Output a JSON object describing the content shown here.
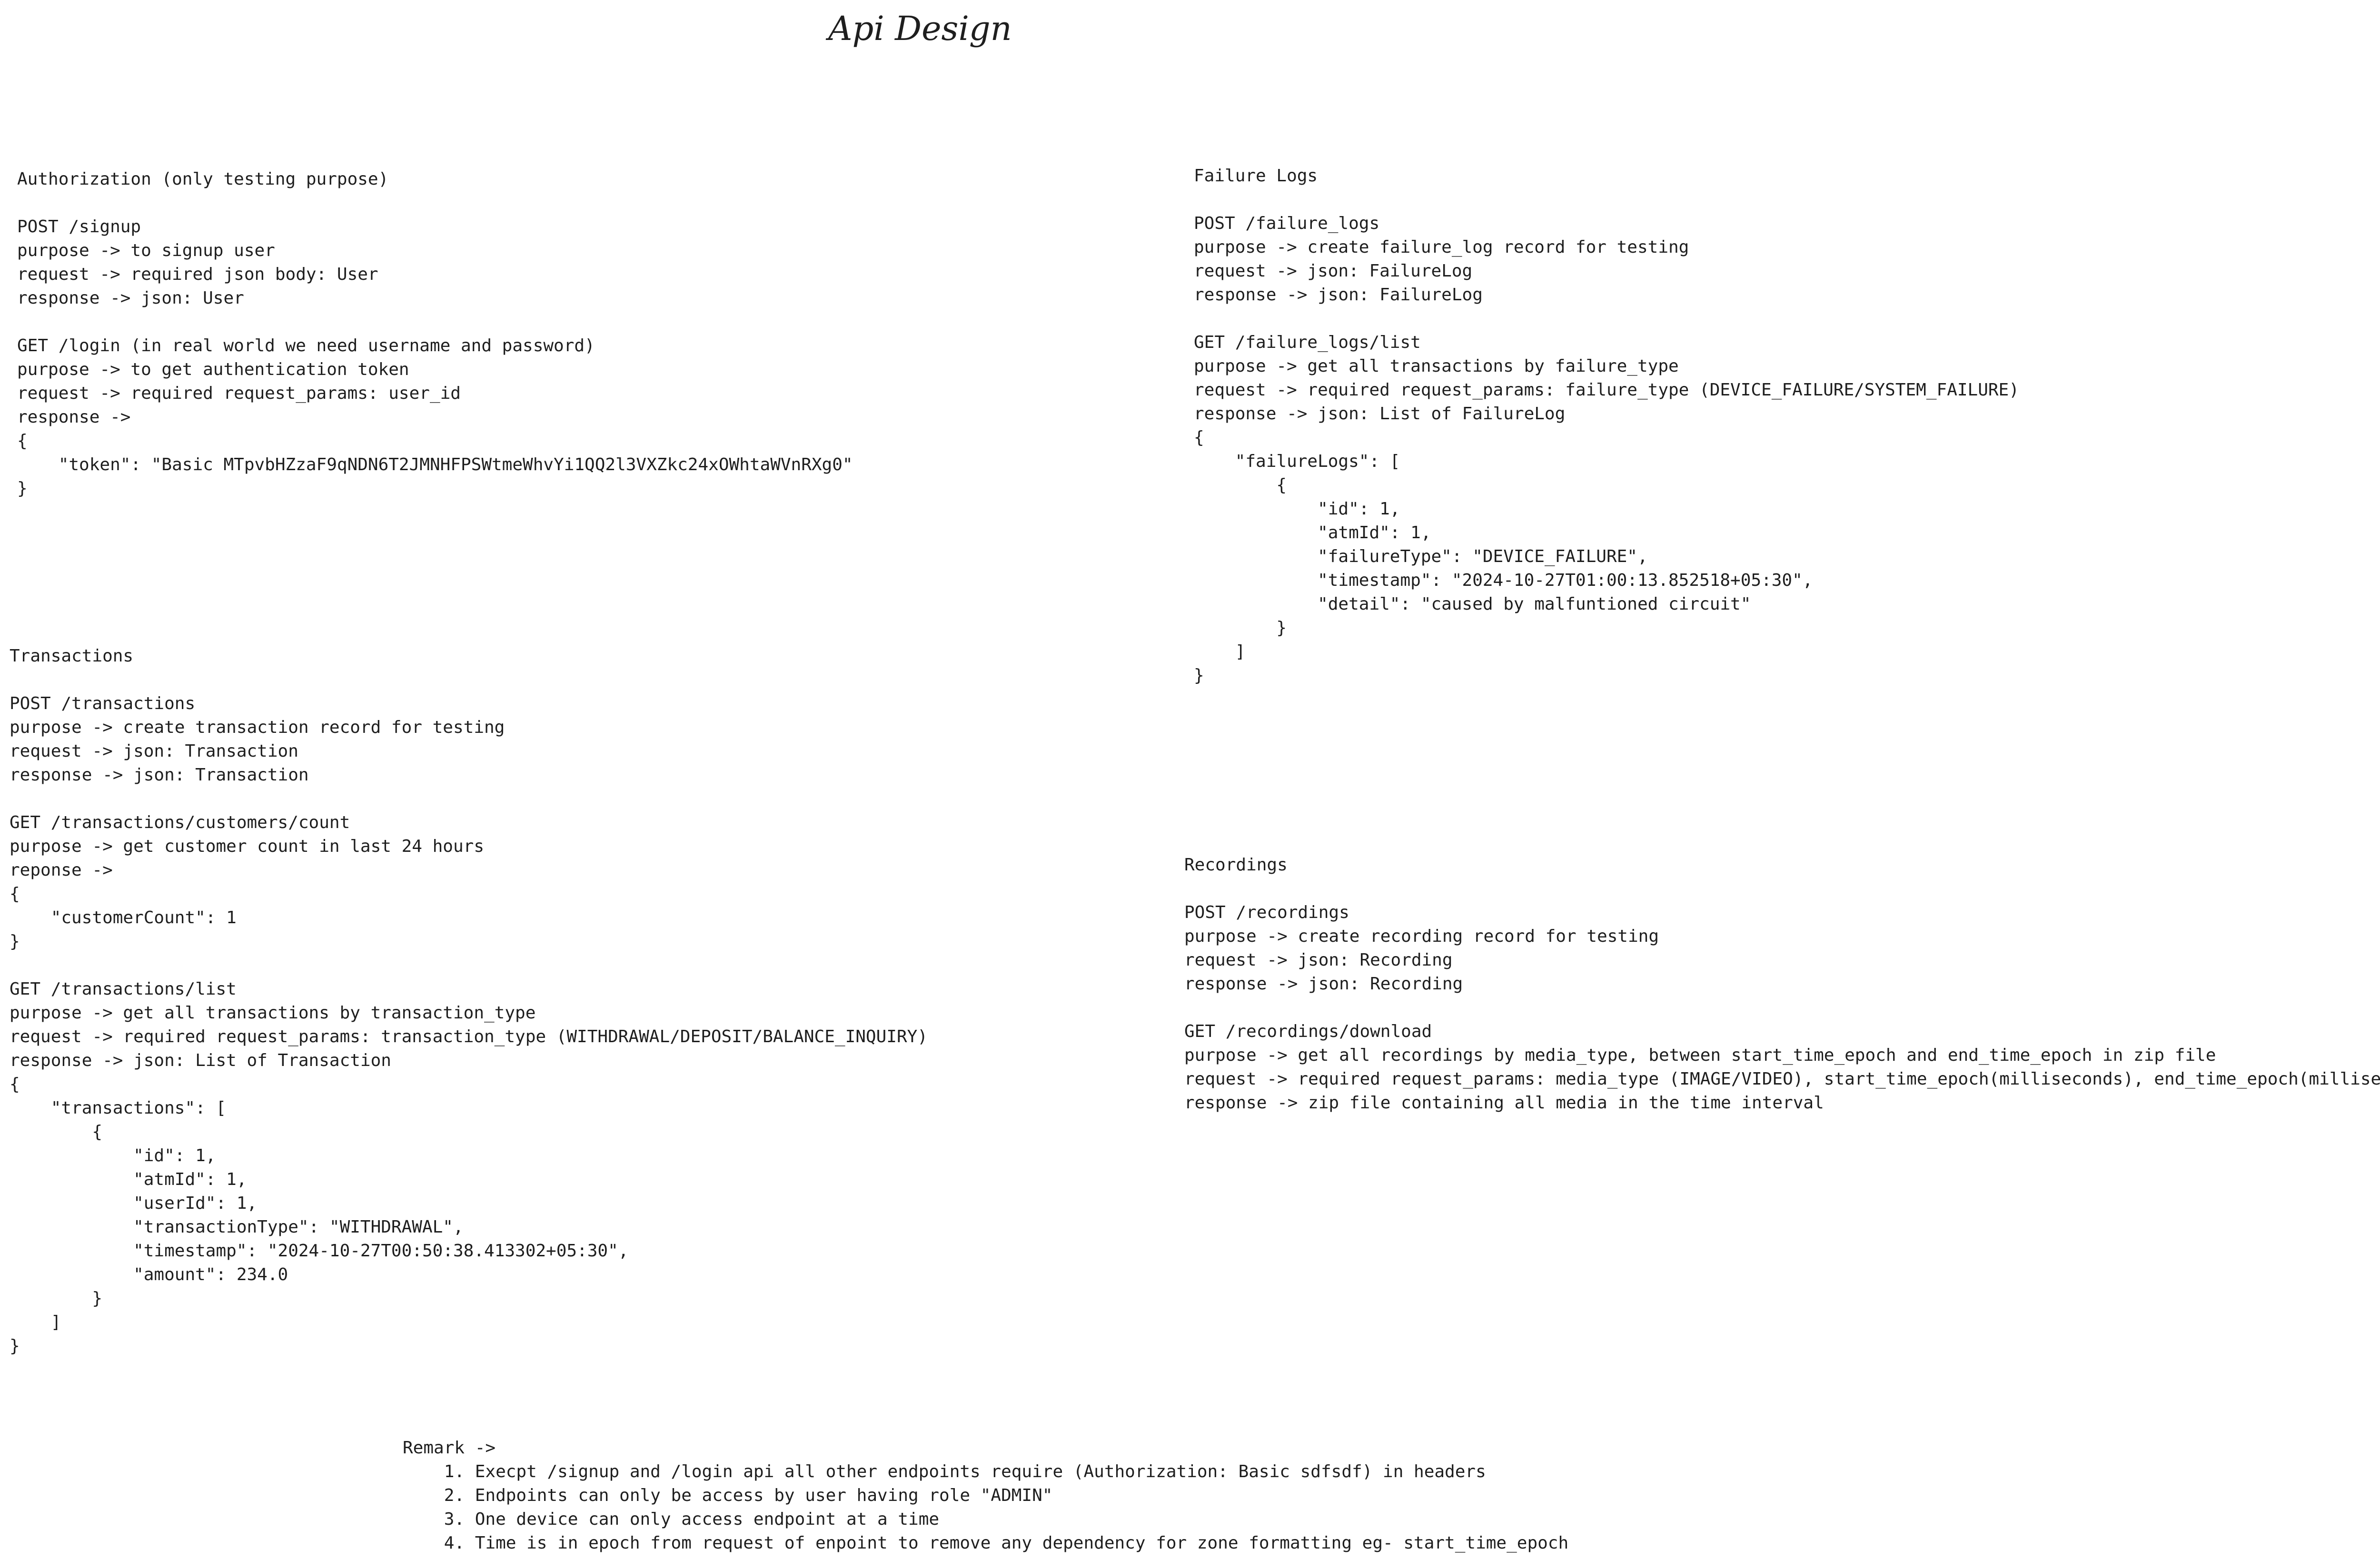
{
  "title": "Api Design",
  "sections": {
    "authorization": {
      "text": "Authorization (only testing purpose)\n\nPOST /signup\npurpose -> to signup user\nrequest -> required json body: User\nresponse -> json: User\n\nGET /login (in real world we need username and password)\npurpose -> to get authentication token\nrequest -> required request_params: user_id\nresponse ->\n{\n    \"token\": \"Basic MTpvbHZzaF9qNDN6T2JMNHFPSWtmeWhvYi1QQ2l3VXZkc24xOWhtaWVnRXg0\"\n}"
    },
    "transactions": {
      "text": "Transactions\n\nPOST /transactions\npurpose -> create transaction record for testing\nrequest -> json: Transaction\nresponse -> json: Transaction\n\nGET /transactions/customers/count\npurpose -> get customer count in last 24 hours\nreponse ->\n{\n    \"customerCount\": 1\n}\n\nGET /transactions/list\npurpose -> get all transactions by transaction_type\nrequest -> required request_params: transaction_type (WITHDRAWAL/DEPOSIT/BALANCE_INQUIRY)\nresponse -> json: List of Transaction\n{\n    \"transactions\": [\n        {\n            \"id\": 1,\n            \"atmId\": 1,\n            \"userId\": 1,\n            \"transactionType\": \"WITHDRAWAL\",\n            \"timestamp\": \"2024-10-27T00:50:38.413302+05:30\",\n            \"amount\": 234.0\n        }\n    ]\n}"
    },
    "failure_logs": {
      "text": "Failure Logs\n\nPOST /failure_logs\npurpose -> create failure_log record for testing\nrequest -> json: FailureLog\nresponse -> json: FailureLog\n\nGET /failure_logs/list\npurpose -> get all transactions by failure_type\nrequest -> required request_params: failure_type (DEVICE_FAILURE/SYSTEM_FAILURE)\nresponse -> json: List of FailureLog\n{\n    \"failureLogs\": [\n        {\n            \"id\": 1,\n            \"atmId\": 1,\n            \"failureType\": \"DEVICE_FAILURE\",\n            \"timestamp\": \"2024-10-27T01:00:13.852518+05:30\",\n            \"detail\": \"caused by malfuntioned circuit\"\n        }\n    ]\n}"
    },
    "recordings": {
      "text": "Recordings\n\nPOST /recordings\npurpose -> create recording record for testing\nrequest -> json: Recording\nresponse -> json: Recording\n\nGET /recordings/download\npurpose -> get all recordings by media_type, between start_time_epoch and end_time_epoch in zip file\nrequest -> required request_params: media_type (IMAGE/VIDEO), start_time_epoch(milliseconds), end_time_epoch(milliseconds)\nresponse -> zip file containing all media in the time interval"
    },
    "remark": {
      "text": "Remark ->\n    1. Execpt /signup and /login api all other endpoints require (Authorization: Basic sdfsdf) in headers\n    2. Endpoints can only be access by user having role \"ADMIN\"\n    3. One device can only access endpoint at a time\n    4. Time is in epoch from request of enpoint to remove any dependency for zone formatting eg- start_time_epoch"
    }
  }
}
